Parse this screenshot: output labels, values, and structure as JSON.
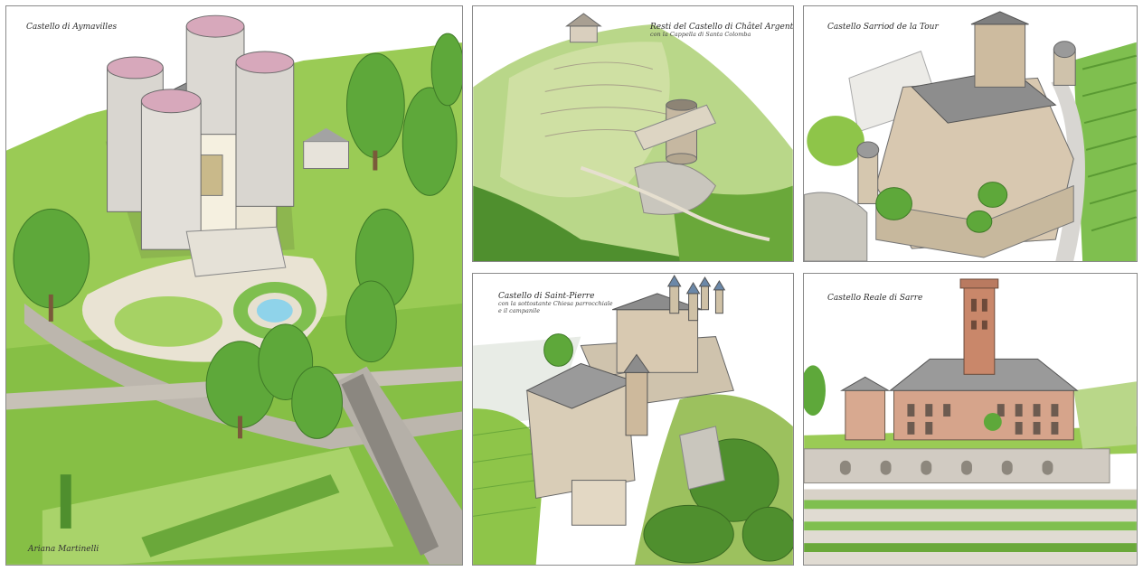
{
  "panels": {
    "aymavilles": {
      "title": "Castello di Aymavilles"
    },
    "chatel_argent": {
      "title": "Resti del Castello di Châtel Argent",
      "subtitle": "con la Cappella di Santa Colomba"
    },
    "sarriod": {
      "title": "Castello Sarriod de la Tour"
    },
    "saint_pierre": {
      "title": "Castello di Saint-Pierre",
      "subtitle": [
        "con la sottostante Chiesa parrocchiale",
        "e il campanile"
      ]
    },
    "sarre": {
      "title": "Castello Reale di Sarre"
    }
  },
  "signature": "Ariana Martinelli",
  "colors": {
    "grass": "#8ec549",
    "grass_light": "#b9dd7a",
    "tree": "#5ea83a",
    "stone": "#c9c1b6",
    "roof": "#8f8f8f",
    "wall_light": "#efe8d6",
    "tower_pink": "#d7a8bb",
    "water": "#8fd3ea",
    "border": "#8a8a8a"
  }
}
